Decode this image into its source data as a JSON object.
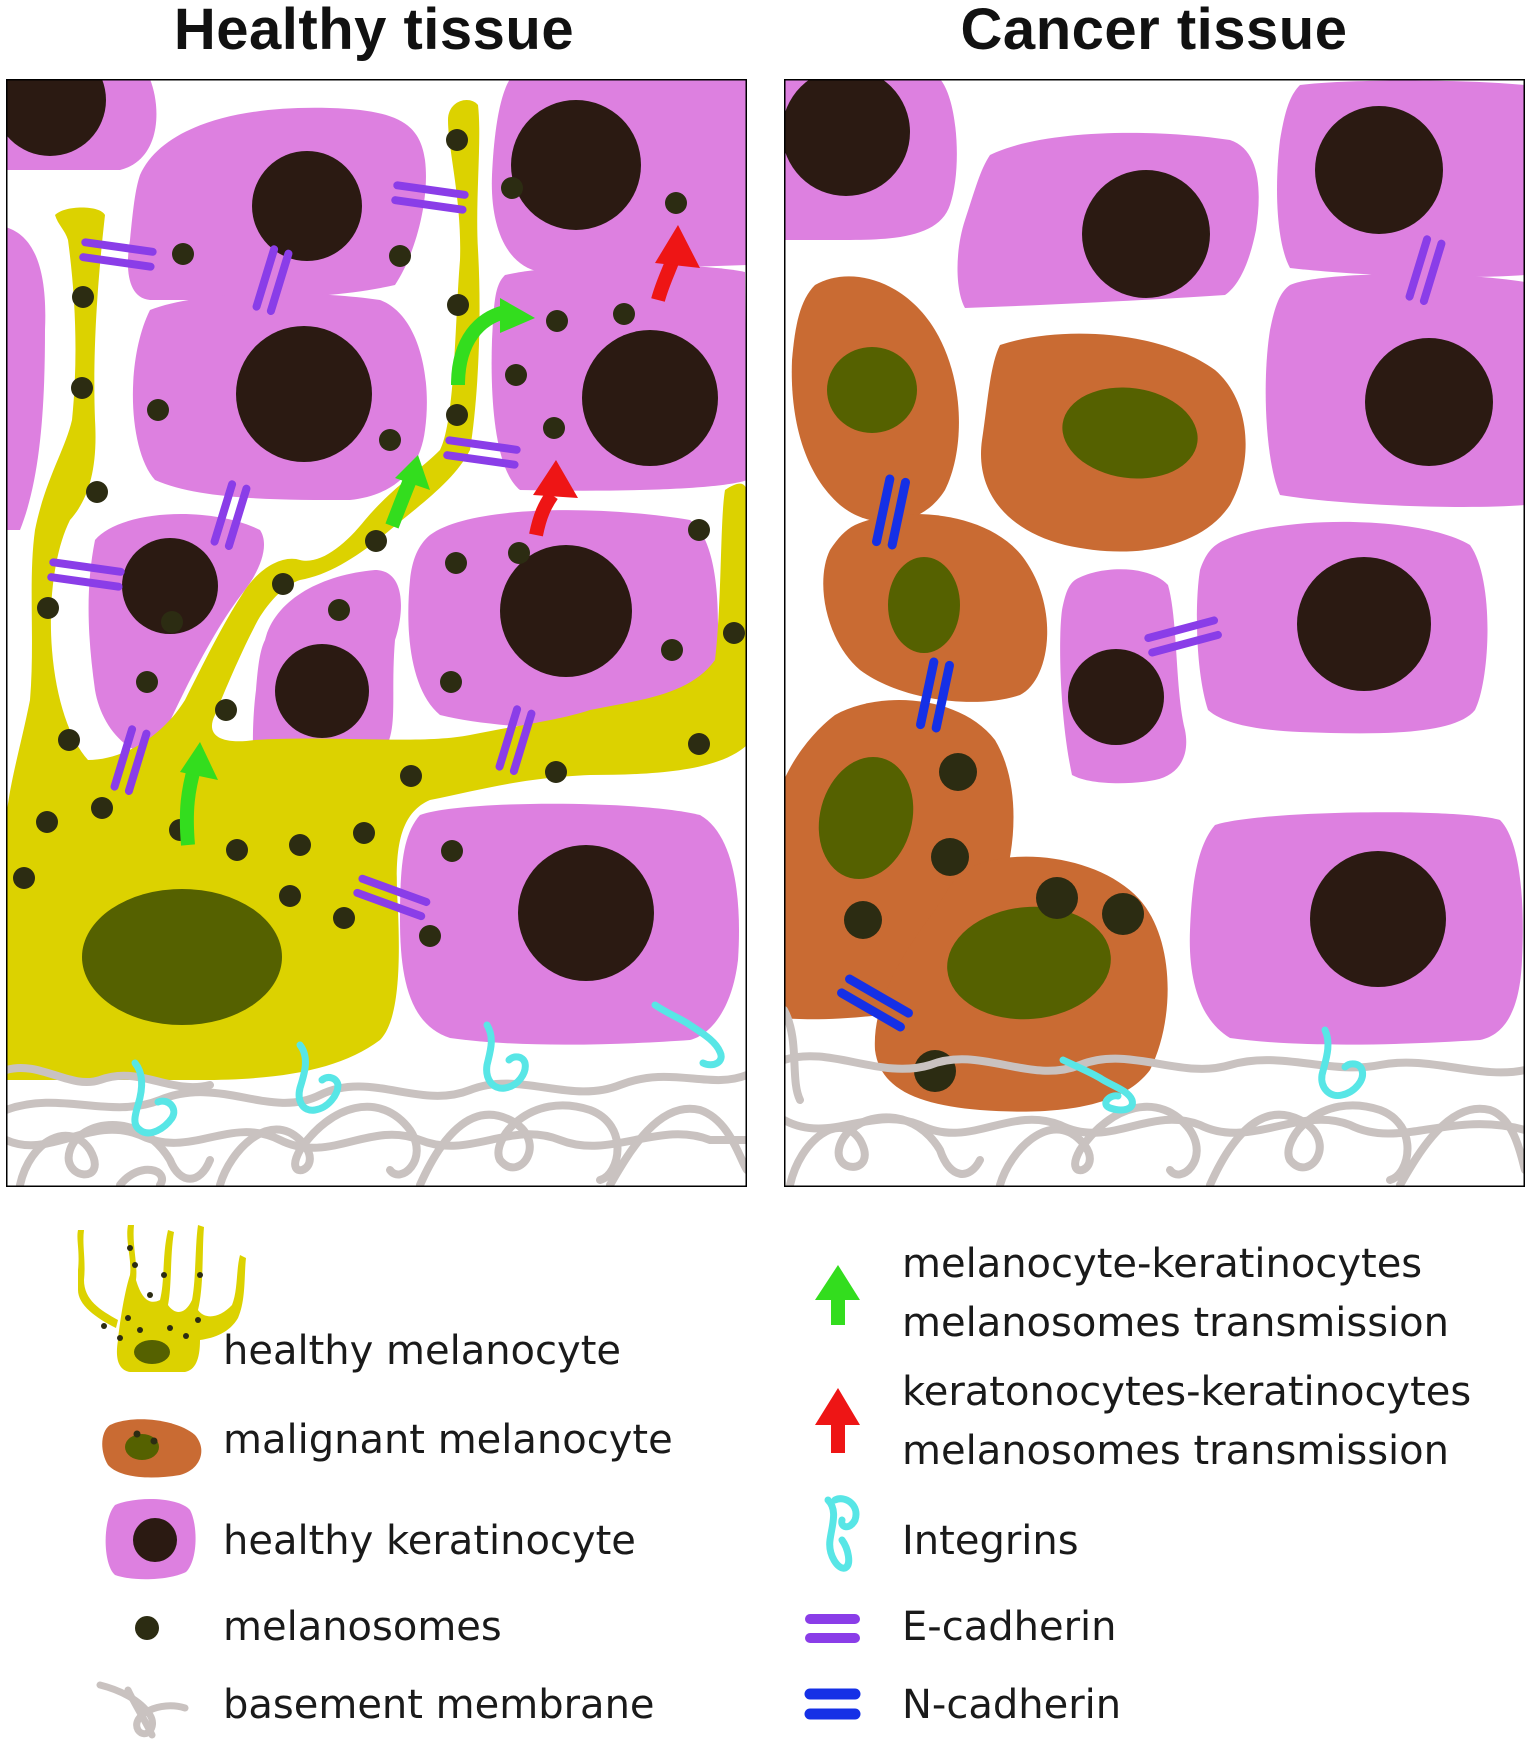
{
  "titles": {
    "left": "Healthy tissue",
    "right": "Cancer tissue"
  },
  "colors": {
    "melanocyte": "#dcd200",
    "melanocyte_nucleus": "#556100",
    "malignant": "#c96b33",
    "keratinocyte": "#dd80e0",
    "nucleus": "#2b1a12",
    "melanosome": "#2c2c12",
    "membrane": "#c9c2c0",
    "integrin": "#58e6e6",
    "e_cadherin": "#8a3de8",
    "n_cadherin": "#1530e6",
    "green_arrow": "#33dd1e",
    "red_arrow": "#ee1515"
  },
  "legend": {
    "healthy_melanocyte": "healthy melanocyte",
    "malignant_melanocyte": "malignant melanocyte",
    "healthy_keratinocyte": "healthy keratinocyte",
    "melanosomes": "melanosomes",
    "basement_membrane": "basement membrane",
    "green_arrow_line1": "melanocyte-keratinocytes",
    "green_arrow_line2": "melanosomes transmission",
    "red_arrow_line1": "keratonocytes-keratinocytes",
    "red_arrow_line2": "melanosomes transmission",
    "integrins": "Integrins",
    "e_cadherin": "E-cadherin",
    "n_cadherin": "N-cadherin"
  }
}
